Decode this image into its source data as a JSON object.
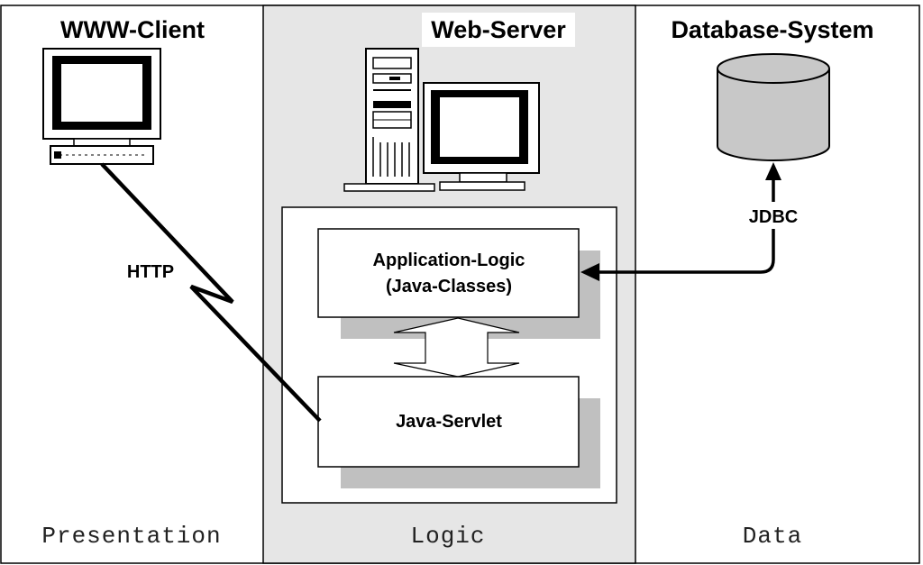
{
  "columns": {
    "client": {
      "title": "WWW-Client",
      "tier": "Presentation"
    },
    "server": {
      "title": "Web-Server",
      "tier": "Logic"
    },
    "database": {
      "title": "Database-System",
      "tier": "Data"
    }
  },
  "connections": {
    "http": "HTTP",
    "jdbc": "JDBC"
  },
  "components": {
    "app_logic": {
      "line1": "Application-Logic",
      "line2": "(Java-Classes)"
    },
    "servlet": {
      "label": "Java-Servlet"
    }
  },
  "colors": {
    "server_column_bg": "#e6e6e6",
    "shadow": "#c0c0c0",
    "border": "#000000"
  }
}
